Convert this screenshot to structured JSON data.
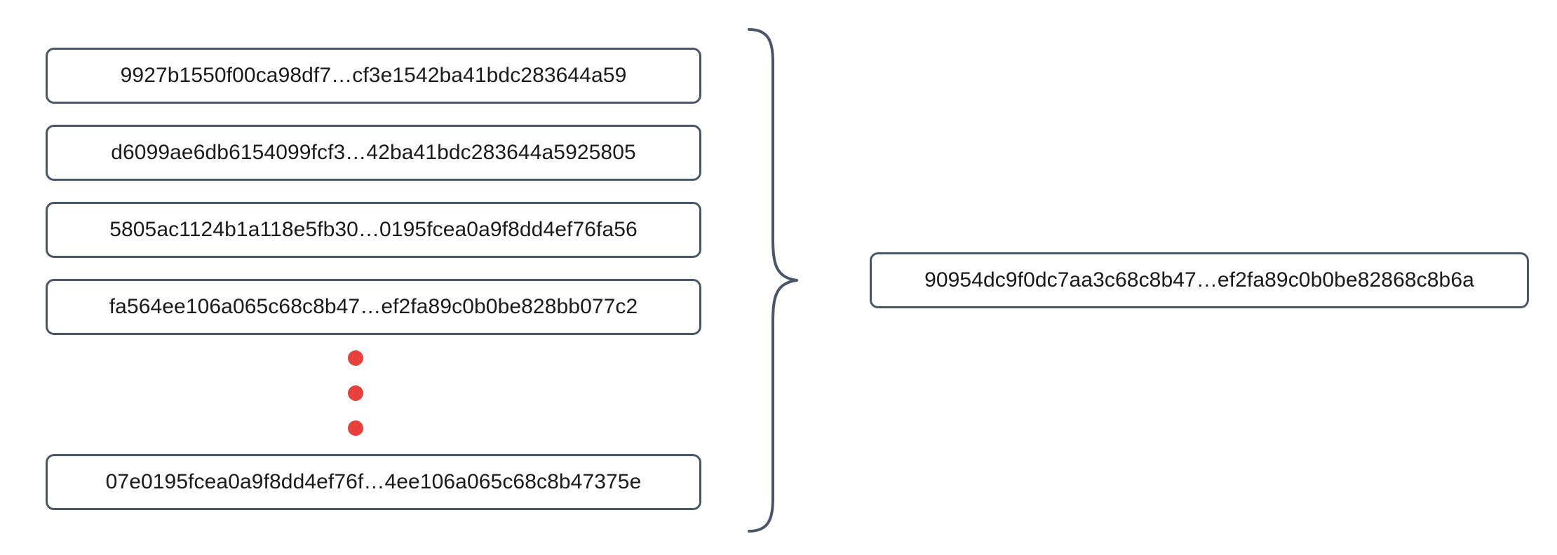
{
  "diagram": {
    "type": "many-to-one-aggregation",
    "colors": {
      "box_border": "#4a5568",
      "box_fill": "#ffffff",
      "text": "#1a1a1a",
      "ellipsis_dot": "#e8403c",
      "brace_stroke": "#4a5568",
      "background": "#ffffff"
    },
    "inputs": [
      {
        "hash": "9927b1550f00ca98df7…cf3e1542ba41bdc283644a59"
      },
      {
        "hash": "d6099ae6db6154099fcf3…42ba41bdc283644a5925805"
      },
      {
        "hash": "5805ac1124b1a118e5fb30…0195fcea0a9f8dd4ef76fa56"
      },
      {
        "hash": "fa564ee106a065c68c8b47…ef2fa89c0b0be828bb077c2"
      },
      {
        "hash": "07e0195fcea0a9f8dd4ef76f…4ee106a065c68c8b47375e"
      }
    ],
    "ellipsis": {
      "dot_count": 3,
      "orientation": "vertical"
    },
    "connector": {
      "shape": "curly-brace",
      "direction": "right",
      "groups_inputs": 5,
      "points_to": "output"
    },
    "output": {
      "hash": "90954dc9f0dc7aa3c68c8b47…ef2fa89c0b0be82868c8b6a"
    }
  }
}
